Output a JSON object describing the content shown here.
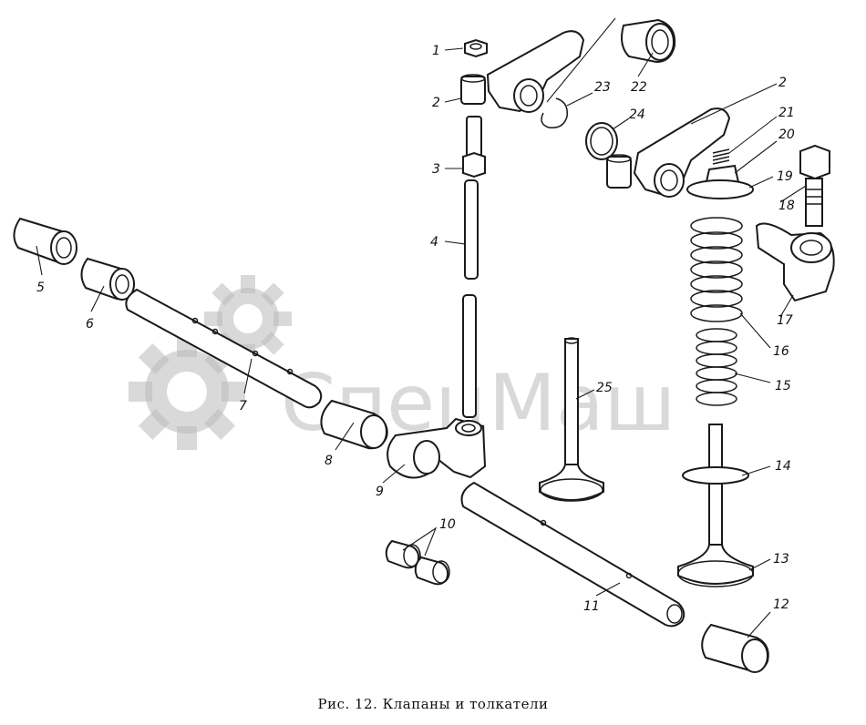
{
  "caption": "Рис. 12. Клапаны и толкатели",
  "watermark": {
    "text": "СпецМаш"
  },
  "callouts": [
    {
      "id": "c1",
      "label": "1"
    },
    {
      "id": "c2a",
      "label": "2"
    },
    {
      "id": "c2b",
      "label": "2"
    },
    {
      "id": "c3",
      "label": "3"
    },
    {
      "id": "c4",
      "label": "4"
    },
    {
      "id": "c5",
      "label": "5"
    },
    {
      "id": "c6",
      "label": "6"
    },
    {
      "id": "c7",
      "label": "7"
    },
    {
      "id": "c8",
      "label": "8"
    },
    {
      "id": "c9",
      "label": "9"
    },
    {
      "id": "c10",
      "label": "10"
    },
    {
      "id": "c11",
      "label": "11"
    },
    {
      "id": "c12",
      "label": "12"
    },
    {
      "id": "c13",
      "label": "13"
    },
    {
      "id": "c14",
      "label": "14"
    },
    {
      "id": "c15",
      "label": "15"
    },
    {
      "id": "c16",
      "label": "16"
    },
    {
      "id": "c17",
      "label": "17"
    },
    {
      "id": "c18",
      "label": "18"
    },
    {
      "id": "c19",
      "label": "19"
    },
    {
      "id": "c20",
      "label": "20"
    },
    {
      "id": "c21",
      "label": "21"
    },
    {
      "id": "c22",
      "label": "22"
    },
    {
      "id": "c23",
      "label": "23"
    },
    {
      "id": "c24",
      "label": "24"
    },
    {
      "id": "c25",
      "label": "25"
    }
  ]
}
